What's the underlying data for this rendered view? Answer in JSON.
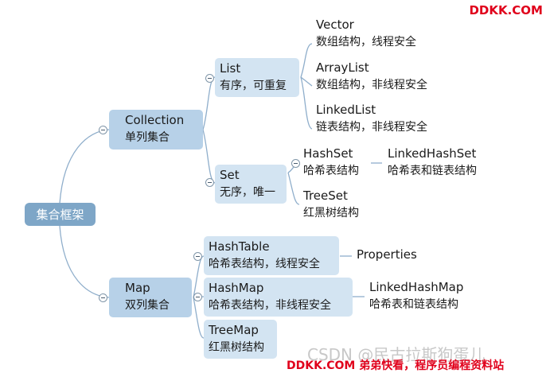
{
  "watermark": {
    "top": "DDKK.COM",
    "csdn": "CSDN @民古拉斯狗蛋儿",
    "bottom": "DDKK.COM 弟弟快看，程序员编程资料站"
  },
  "root": {
    "label": "集合框架"
  },
  "collection": {
    "title": "Collection",
    "desc": "单列集合",
    "list": {
      "title": "List",
      "desc": "有序，可重复",
      "children": [
        {
          "title": "Vector",
          "desc": "数组结构，线程安全"
        },
        {
          "title": "ArrayList",
          "desc": "数组结构，非线程安全"
        },
        {
          "title": "LinkedList",
          "desc": "链表结构，非线程安全"
        }
      ]
    },
    "set": {
      "title": "Set",
      "desc": "无序，唯一",
      "hashset": {
        "title": "HashSet",
        "desc": "哈希表结构"
      },
      "linkedhashset": {
        "title": "LinkedHashSet",
        "desc": "哈希表和链表结构"
      },
      "treeset": {
        "title": "TreeSet",
        "desc": "红黑树结构"
      }
    }
  },
  "map": {
    "title": "Map",
    "desc": "双列集合",
    "hashtable": {
      "title": "HashTable",
      "desc": "哈希表结构，线程安全"
    },
    "properties": {
      "title": "Properties"
    },
    "hashmap": {
      "title": "HashMap",
      "desc": "哈希表结构，非线程安全"
    },
    "linkedhashmap": {
      "title": "LinkedHashMap",
      "desc": "哈希表和链表结构"
    },
    "treemap": {
      "title": "TreeMap",
      "desc": "红黑树结构"
    }
  }
}
